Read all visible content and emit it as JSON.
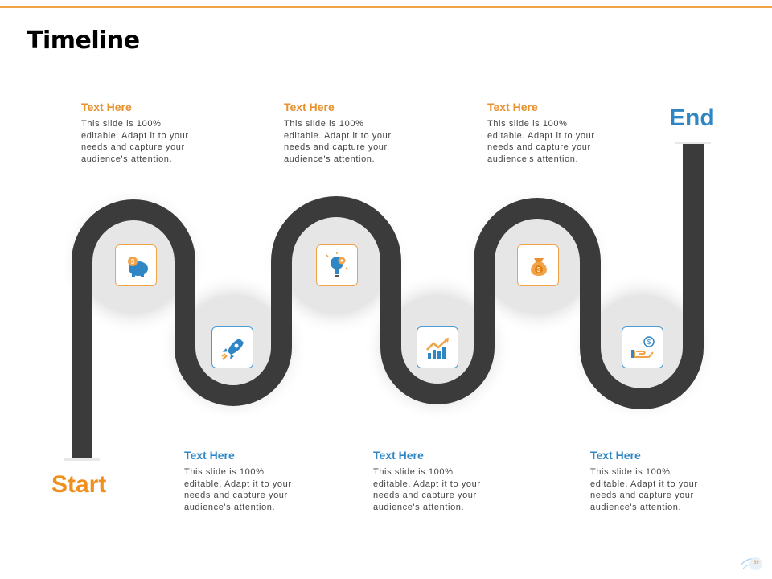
{
  "slide": {
    "title": "Timeline",
    "start_label": "Start",
    "end_label": "End",
    "page_number": "39"
  },
  "milestones": [
    {
      "heading": "Text Here",
      "body": "This slide is 100% editable. Adapt it to your needs and capture your audience's attention.",
      "icon": "piggy-bank-icon"
    },
    {
      "heading": "Text Here",
      "body": "This slide is 100% editable. Adapt it to your needs and capture your audience's attention.",
      "icon": "rocket-icon"
    },
    {
      "heading": "Text Here",
      "body": "This slide is 100% editable. Adapt it to your needs and capture your audience's attention.",
      "icon": "lightbulb-gear-icon"
    },
    {
      "heading": "Text Here",
      "body": "This slide is 100% editable. Adapt it to your needs and capture your audience's attention.",
      "icon": "growth-chart-icon"
    },
    {
      "heading": "Text Here",
      "body": "This slide is 100% editable. Adapt it to your needs and capture your audience's attention.",
      "icon": "money-bag-icon"
    },
    {
      "heading": "Text Here",
      "body": "This slide is 100% editable. Adapt it to your needs and capture your audience's attention.",
      "icon": "hand-coin-icon"
    }
  ],
  "colors": {
    "orange": "#f08f1e",
    "blue": "#2f86c4",
    "road": "#3b3b3b",
    "accent_rule": "#f0a347"
  }
}
